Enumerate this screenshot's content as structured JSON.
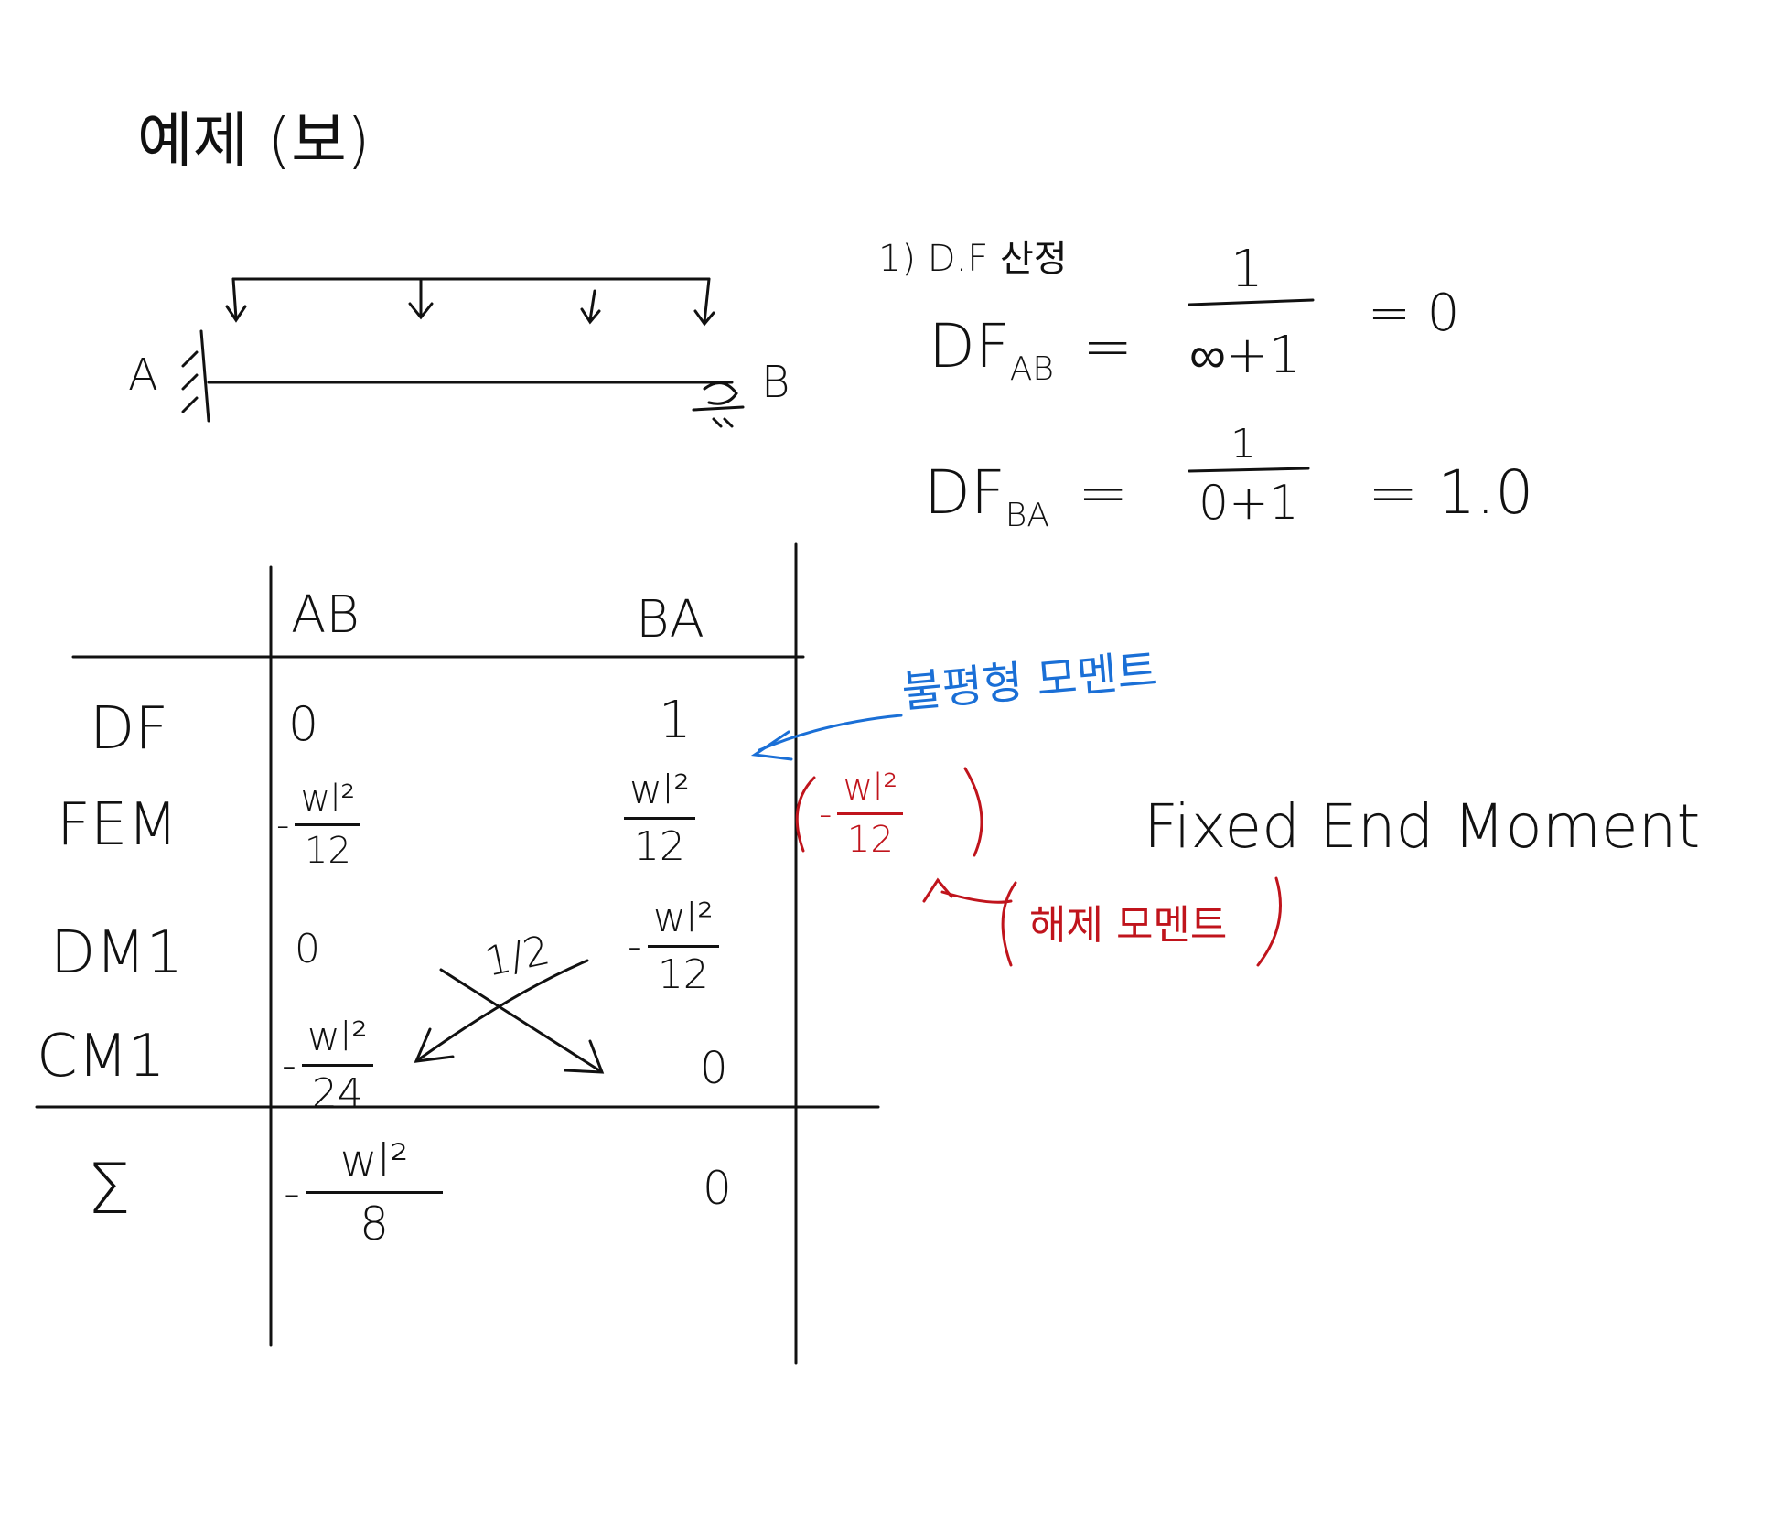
{
  "title": "예제 (보)",
  "beam": {
    "label_a": "A",
    "label_b": "B"
  },
  "df_calc": {
    "step": "1) D.F 산정",
    "ab_label": "DF",
    "ab_sub": "AB",
    "ab_num": "1",
    "ab_den": "∞+1",
    "ab_result": "= 0",
    "ba_label": "DF",
    "ba_sub": "BA",
    "ba_num": "1",
    "ba_den": "0+1",
    "ba_result": "= 1.0"
  },
  "table": {
    "col_ab": "AB",
    "col_ba": "BA",
    "rows": {
      "df": {
        "label": "DF",
        "ab": "0",
        "ba": "1"
      },
      "fem": {
        "label": "FEM",
        "ab_sign": "-",
        "ab_num": "wl²",
        "ab_den": "12",
        "ba_num": "wl²",
        "ba_den": "12"
      },
      "dm1": {
        "label": "DM1",
        "ab": "0",
        "ba_sign": "-",
        "ba_num": "wl²",
        "ba_den": "12"
      },
      "cm1": {
        "label": "CM1",
        "ab_sign": "-",
        "ab_num": "wl²",
        "ab_den": "24",
        "ba": "0",
        "carry": "1/2"
      },
      "sum": {
        "label": "Σ",
        "ab_sign": "-",
        "ab_num": "wl²",
        "ab_den": "8",
        "ba": "0"
      }
    }
  },
  "annotations": {
    "unbalanced": "불평형 모멘트",
    "release_sign": "-",
    "release_num": "wl²",
    "release_den": "12",
    "release_label": "해제 모멘트",
    "fem_full": "Fixed End Moment"
  },
  "colors": {
    "blue": "#1a6fd6",
    "red": "#c0141c",
    "ink": "#111111"
  }
}
